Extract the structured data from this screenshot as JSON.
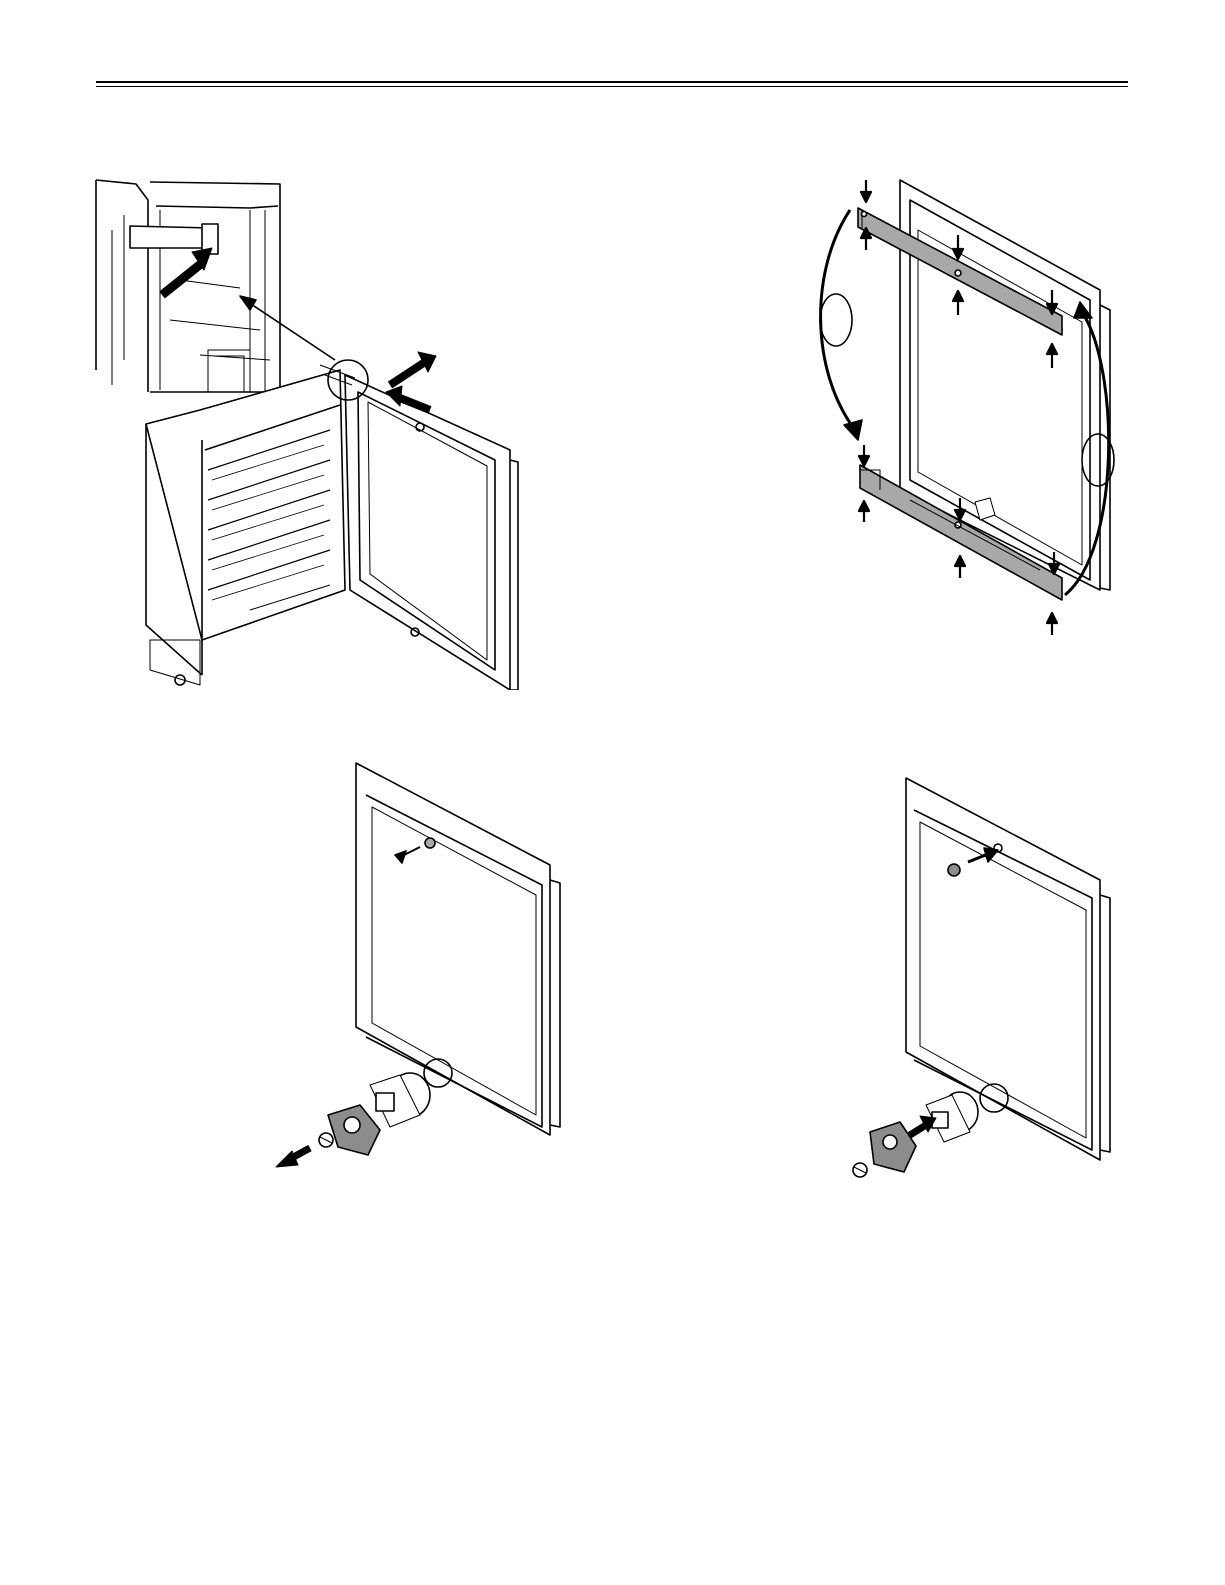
{
  "document": {
    "kind": "installation-instructions-page",
    "illustrations": [
      {
        "id": "fig-1",
        "subject": "hinge-cover-and-door-removal",
        "icons": [
          "arrow-icon",
          "detail-circle-icon"
        ]
      },
      {
        "id": "fig-2",
        "subject": "swap-top-and-bottom-trim-rails",
        "icons": [
          "swap-loop-arrow-icon",
          "press-arrow-icon"
        ]
      },
      {
        "id": "fig-3",
        "subject": "remove-cover-cap-and-pivot-bushing",
        "icons": [
          "arrow-icon",
          "screw-icon"
        ]
      },
      {
        "id": "fig-4",
        "subject": "reinstall-cap-and-pivot-bushing",
        "icons": [
          "arrow-icon",
          "screw-icon"
        ]
      }
    ],
    "colors": {
      "ink": "#000000",
      "rail_fill": "#a8a8a8",
      "part_fill": "#8c8c8c",
      "paper": "#ffffff"
    }
  }
}
